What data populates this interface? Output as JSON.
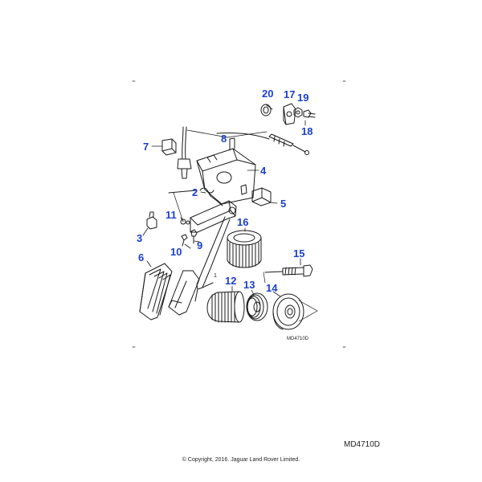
{
  "diagram": {
    "drawing_code": "MD4710D",
    "callouts": [
      {
        "id": "c20",
        "label": "20"
      },
      {
        "id": "c17",
        "label": "17"
      },
      {
        "id": "c19",
        "label": "19"
      },
      {
        "id": "c18",
        "label": "18"
      },
      {
        "id": "c8",
        "label": "8"
      },
      {
        "id": "c7",
        "label": "7"
      },
      {
        "id": "c4",
        "label": "4"
      },
      {
        "id": "c2",
        "label": "2"
      },
      {
        "id": "c5",
        "label": "5"
      },
      {
        "id": "c16",
        "label": "16"
      },
      {
        "id": "c11",
        "label": "11"
      },
      {
        "id": "c3",
        "label": "3"
      },
      {
        "id": "c9",
        "label": "9"
      },
      {
        "id": "c10",
        "label": "10"
      },
      {
        "id": "c15",
        "label": "15"
      },
      {
        "id": "c6",
        "label": "6"
      },
      {
        "id": "c12",
        "label": "12"
      },
      {
        "id": "c13",
        "label": "13"
      },
      {
        "id": "c14",
        "label": "14"
      },
      {
        "id": "c1",
        "label": "1"
      }
    ]
  },
  "footer": {
    "reference_code": "MD4710D",
    "copyright": "© Copyright, 2016. Jaguar Land Rover Limited."
  }
}
